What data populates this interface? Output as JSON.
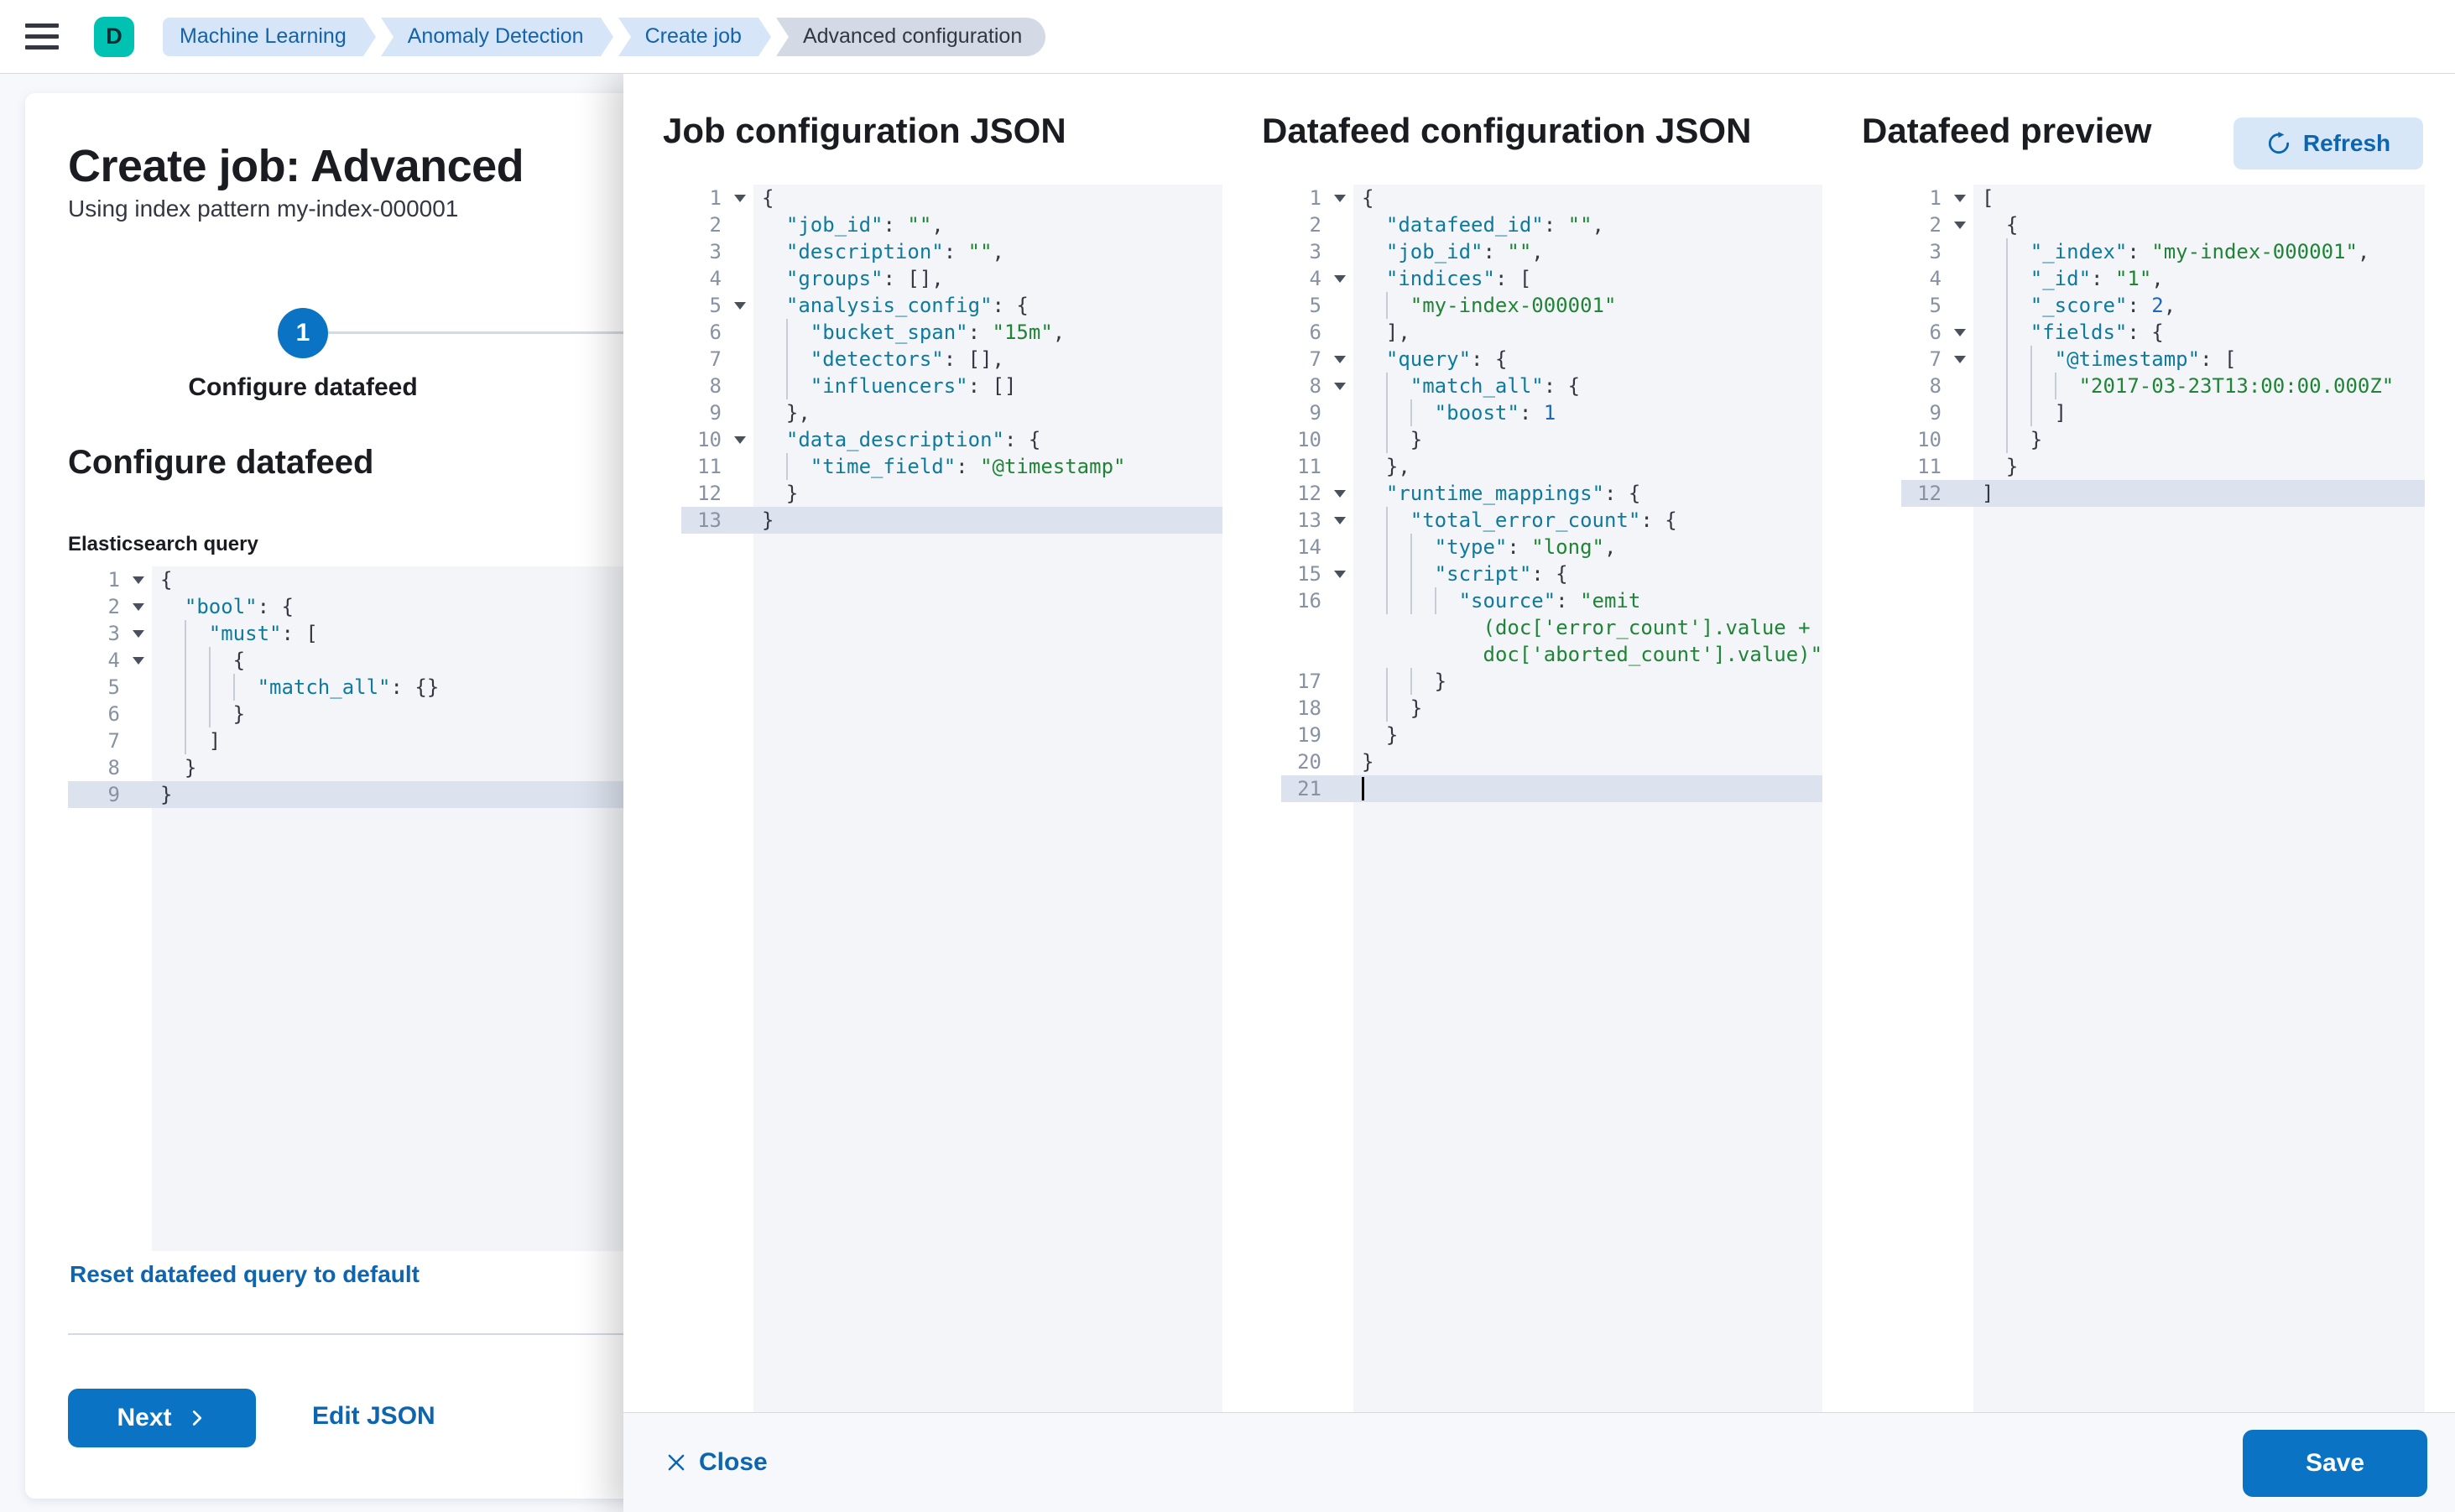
{
  "header": {
    "space_badge": {
      "label": "D"
    },
    "breadcrumbs": [
      {
        "label": "Machine Learning",
        "current": false
      },
      {
        "label": "Anomaly Detection",
        "current": false
      },
      {
        "label": "Create job",
        "current": false
      },
      {
        "label": "Advanced configuration",
        "current": true
      }
    ]
  },
  "wizard": {
    "title": "Create job: Advanced",
    "subtitle": "Using index pattern my-index-000001",
    "step": {
      "number": "1",
      "label": "Configure datafeed"
    },
    "section_heading": "Configure datafeed",
    "query_label": "Elasticsearch query",
    "reset_link": "Reset datafeed query to default",
    "next_button": "Next",
    "edit_json_link": "Edit JSON"
  },
  "flyout": {
    "columns": [
      {
        "heading": "Job configuration JSON"
      },
      {
        "heading": "Datafeed configuration JSON"
      },
      {
        "heading": "Datafeed preview",
        "refresh_button": "Refresh"
      }
    ],
    "footer": {
      "close_button": "Close",
      "save_button": "Save"
    }
  },
  "colors": {
    "primary_button": "#0b73c4",
    "link": "#0d65b0",
    "space_badge": "#00c2b2",
    "space_badge_text": "#112b30",
    "breadcrumb_bg": "#d6e6f8",
    "breadcrumb_text": "#1562a8",
    "breadcrumb_current_bg": "#d3dae6",
    "breadcrumb_current_text": "#343741",
    "editor_bg": "#f3f5f9",
    "editor_active_line": "#dde3ee",
    "editor_guide": "#c6ccd8",
    "token_key": "#0e7a9e",
    "token_string": "#1f8435",
    "token_number": "#1e66c0",
    "token_punct": "#343741",
    "text": "#1a1c21",
    "gutter_text": "#8792a3",
    "page_bg": "#f7f8fc",
    "border": "#d3dae6",
    "footer_bg": "#f6f8fb"
  },
  "editors": {
    "es_query": {
      "active": 9,
      "rows": [
        {
          "n": 1,
          "f": 1,
          "i": 0,
          "s": [
            [
              "p",
              "{"
            ]
          ]
        },
        {
          "n": 2,
          "f": 1,
          "i": 1,
          "s": [
            [
              "k",
              "\"bool\""
            ],
            [
              "p",
              ": {"
            ]
          ]
        },
        {
          "n": 3,
          "f": 1,
          "i": 2,
          "s": [
            [
              "k",
              "\"must\""
            ],
            [
              "p",
              ": ["
            ]
          ]
        },
        {
          "n": 4,
          "f": 1,
          "i": 3,
          "s": [
            [
              "p",
              "{"
            ]
          ]
        },
        {
          "n": 5,
          "i": 4,
          "s": [
            [
              "k",
              "\"match_all\""
            ],
            [
              "p",
              ": {}"
            ]
          ]
        },
        {
          "n": 6,
          "i": 3,
          "s": [
            [
              "p",
              "}"
            ]
          ]
        },
        {
          "n": 7,
          "i": 2,
          "s": [
            [
              "p",
              "]"
            ]
          ]
        },
        {
          "n": 8,
          "i": 1,
          "s": [
            [
              "p",
              "}"
            ]
          ]
        },
        {
          "n": 9,
          "i": 0,
          "s": [
            [
              "p",
              "}"
            ]
          ]
        }
      ]
    },
    "job_config": {
      "active": 13,
      "rows": [
        {
          "n": 1,
          "f": 1,
          "i": 0,
          "s": [
            [
              "p",
              "{"
            ]
          ]
        },
        {
          "n": 2,
          "i": 1,
          "s": [
            [
              "k",
              "\"job_id\""
            ],
            [
              "p",
              ": "
            ],
            [
              "s",
              "\"\""
            ],
            [
              "p",
              ","
            ]
          ]
        },
        {
          "n": 3,
          "i": 1,
          "s": [
            [
              "k",
              "\"description\""
            ],
            [
              "p",
              ": "
            ],
            [
              "s",
              "\"\""
            ],
            [
              "p",
              ","
            ]
          ]
        },
        {
          "n": 4,
          "i": 1,
          "s": [
            [
              "k",
              "\"groups\""
            ],
            [
              "p",
              ": [],"
            ]
          ]
        },
        {
          "n": 5,
          "f": 1,
          "i": 1,
          "s": [
            [
              "k",
              "\"analysis_config\""
            ],
            [
              "p",
              ": {"
            ]
          ]
        },
        {
          "n": 6,
          "i": 2,
          "s": [
            [
              "k",
              "\"bucket_span\""
            ],
            [
              "p",
              ": "
            ],
            [
              "s",
              "\"15m\""
            ],
            [
              "p",
              ","
            ]
          ]
        },
        {
          "n": 7,
          "i": 2,
          "s": [
            [
              "k",
              "\"detectors\""
            ],
            [
              "p",
              ": [],"
            ]
          ]
        },
        {
          "n": 8,
          "i": 2,
          "s": [
            [
              "k",
              "\"influencers\""
            ],
            [
              "p",
              ": []"
            ]
          ]
        },
        {
          "n": 9,
          "i": 1,
          "s": [
            [
              "p",
              "},"
            ]
          ]
        },
        {
          "n": 10,
          "f": 1,
          "i": 1,
          "s": [
            [
              "k",
              "\"data_description\""
            ],
            [
              "p",
              ": {"
            ]
          ]
        },
        {
          "n": 11,
          "i": 2,
          "s": [
            [
              "k",
              "\"time_field\""
            ],
            [
              "p",
              ": "
            ],
            [
              "s",
              "\"@timestamp\""
            ]
          ]
        },
        {
          "n": 12,
          "i": 1,
          "s": [
            [
              "p",
              "}"
            ]
          ]
        },
        {
          "n": 13,
          "i": 0,
          "s": [
            [
              "p",
              "}"
            ]
          ]
        }
      ]
    },
    "datafeed_config": {
      "active": 21,
      "rows": [
        {
          "n": 1,
          "f": 1,
          "i": 0,
          "s": [
            [
              "p",
              "{"
            ]
          ]
        },
        {
          "n": 2,
          "i": 1,
          "s": [
            [
              "k",
              "\"datafeed_id\""
            ],
            [
              "p",
              ": "
            ],
            [
              "s",
              "\"\""
            ],
            [
              "p",
              ","
            ]
          ]
        },
        {
          "n": 3,
          "i": 1,
          "s": [
            [
              "k",
              "\"job_id\""
            ],
            [
              "p",
              ": "
            ],
            [
              "s",
              "\"\""
            ],
            [
              "p",
              ","
            ]
          ]
        },
        {
          "n": 4,
          "f": 1,
          "i": 1,
          "s": [
            [
              "k",
              "\"indices\""
            ],
            [
              "p",
              ": ["
            ]
          ]
        },
        {
          "n": 5,
          "i": 2,
          "s": [
            [
              "s",
              "\"my-index-000001\""
            ]
          ]
        },
        {
          "n": 6,
          "i": 1,
          "s": [
            [
              "p",
              "],"
            ]
          ]
        },
        {
          "n": 7,
          "f": 1,
          "i": 1,
          "s": [
            [
              "k",
              "\"query\""
            ],
            [
              "p",
              ": {"
            ]
          ]
        },
        {
          "n": 8,
          "f": 1,
          "i": 2,
          "s": [
            [
              "k",
              "\"match_all\""
            ],
            [
              "p",
              ": {"
            ]
          ]
        },
        {
          "n": 9,
          "i": 3,
          "s": [
            [
              "k",
              "\"boost\""
            ],
            [
              "p",
              ": "
            ],
            [
              "n",
              "1"
            ]
          ]
        },
        {
          "n": 10,
          "i": 2,
          "s": [
            [
              "p",
              "}"
            ]
          ]
        },
        {
          "n": 11,
          "i": 1,
          "s": [
            [
              "p",
              "},"
            ]
          ]
        },
        {
          "n": 12,
          "f": 1,
          "i": 1,
          "s": [
            [
              "k",
              "\"runtime_mappings\""
            ],
            [
              "p",
              ": {"
            ]
          ]
        },
        {
          "n": 13,
          "f": 1,
          "i": 2,
          "s": [
            [
              "k",
              "\"total_error_count\""
            ],
            [
              "p",
              ": {"
            ]
          ]
        },
        {
          "n": 14,
          "i": 3,
          "s": [
            [
              "k",
              "\"type\""
            ],
            [
              "p",
              ": "
            ],
            [
              "s",
              "\"long\""
            ],
            [
              "p",
              ","
            ]
          ]
        },
        {
          "n": 15,
          "f": 1,
          "i": 3,
          "s": [
            [
              "k",
              "\"script\""
            ],
            [
              "p",
              ": {"
            ]
          ]
        },
        {
          "n": 16,
          "i": 4,
          "s": [
            [
              "k",
              "\"source\""
            ],
            [
              "p",
              ": "
            ],
            [
              "s",
              "\"emit"
            ]
          ]
        },
        {
          "i": 0,
          "s": [
            [
              "s",
              "          (doc['error_count'].value +"
            ]
          ]
        },
        {
          "i": 0,
          "s": [
            [
              "s",
              "          doc['aborted_count'].value)\""
            ]
          ]
        },
        {
          "n": 17,
          "i": 3,
          "s": [
            [
              "p",
              "}"
            ]
          ]
        },
        {
          "n": 18,
          "i": 2,
          "s": [
            [
              "p",
              "}"
            ]
          ]
        },
        {
          "n": 19,
          "i": 1,
          "s": [
            [
              "p",
              "}"
            ]
          ]
        },
        {
          "n": 20,
          "i": 0,
          "s": [
            [
              "p",
              "}"
            ]
          ]
        },
        {
          "n": 21,
          "i": 0,
          "cur": 1,
          "s": []
        }
      ]
    },
    "datafeed_preview": {
      "active": 12,
      "rows": [
        {
          "n": 1,
          "f": 1,
          "i": 0,
          "s": [
            [
              "p",
              "["
            ]
          ]
        },
        {
          "n": 2,
          "f": 1,
          "i": 1,
          "s": [
            [
              "p",
              "{"
            ]
          ]
        },
        {
          "n": 3,
          "i": 2,
          "s": [
            [
              "k",
              "\"_index\""
            ],
            [
              "p",
              ": "
            ],
            [
              "s",
              "\"my-index-000001\""
            ],
            [
              "p",
              ","
            ]
          ]
        },
        {
          "n": 4,
          "i": 2,
          "s": [
            [
              "k",
              "\"_id\""
            ],
            [
              "p",
              ": "
            ],
            [
              "s",
              "\"1\""
            ],
            [
              "p",
              ","
            ]
          ]
        },
        {
          "n": 5,
          "i": 2,
          "s": [
            [
              "k",
              "\"_score\""
            ],
            [
              "p",
              ": "
            ],
            [
              "n",
              "2"
            ],
            [
              "p",
              ","
            ]
          ]
        },
        {
          "n": 6,
          "f": 1,
          "i": 2,
          "s": [
            [
              "k",
              "\"fields\""
            ],
            [
              "p",
              ": {"
            ]
          ]
        },
        {
          "n": 7,
          "f": 1,
          "i": 3,
          "s": [
            [
              "k",
              "\"@timestamp\""
            ],
            [
              "p",
              ": ["
            ]
          ]
        },
        {
          "n": 8,
          "i": 4,
          "s": [
            [
              "s",
              "\"2017-03-23T13:00:00.000Z\""
            ]
          ]
        },
        {
          "n": 9,
          "i": 3,
          "s": [
            [
              "p",
              "]"
            ]
          ]
        },
        {
          "n": 10,
          "i": 2,
          "s": [
            [
              "p",
              "}"
            ]
          ]
        },
        {
          "n": 11,
          "i": 1,
          "s": [
            [
              "p",
              "}"
            ]
          ]
        },
        {
          "n": 12,
          "i": 0,
          "s": [
            [
              "p",
              "]"
            ]
          ]
        }
      ]
    }
  }
}
